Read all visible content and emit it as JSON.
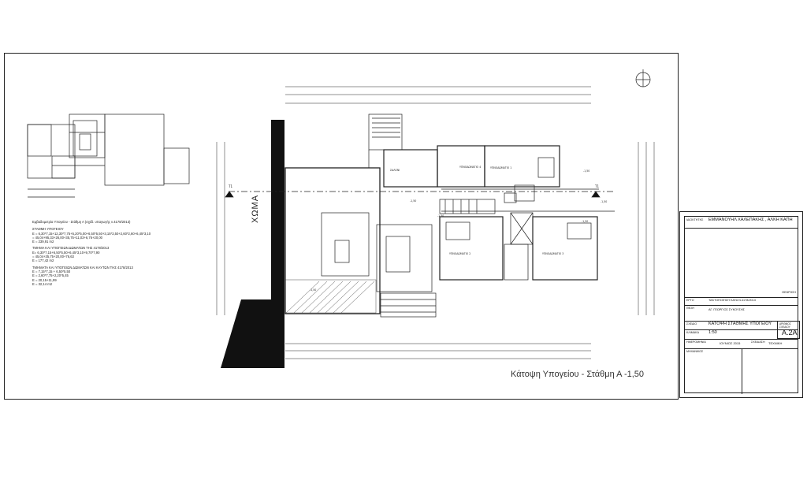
{
  "sheet": {
    "caption": "Κάτοψη Υπογείου - Στάθμη Α -1,50",
    "soil_label": "ΧΩΜΑ",
    "section_marks": [
      "Τ1",
      "Τ1"
    ],
    "room_labels": [
      "ΥΠΝΟΔΩΜΑΤΙΟ 1",
      "ΥΠΝΟΔΩΜΑΤΙΟ 2",
      "ΥΠΝΟΔΩΜΑΤΙΟ 3",
      "ΥΠΝΟΔΩΜΑΤΙΟ 4",
      "ΣΑΛΟΝΙ"
    ],
    "levels": [
      "-1,50",
      "-1,50",
      "-1,50",
      "-1,50",
      "-1,50",
      "-1,50"
    ]
  },
  "notes": {
    "title": "Εμβαδομετρία Υπογείου - Στάθμη Α (σχέδ. υπαγωγής ν.4178/2013)",
    "heading1": "ΣΤΑΘΜΗ ΥΠΟΓΕΙΟΥ",
    "line1a": "Ε = 6,30*7,15+12,30*7,75+5,20*5,00+6,50*5,50+3,15*3,50+2,60*2,60+6,45*3,10",
    "line1b": "  = 45,04+95,33+26,00+35,75+11,03+6,76+20,00",
    "line1c": "Ε = 239,91 m2",
    "heading2": "ΤΜΗΜΑ ΚΑΙ ΥΠΟΓΕΙΩΝ ΔΩΜΑΤΩΝ ΤΗΣ 4178/2013",
    "line2a": "Ε= 6,30*7,15+6,50*5,50+6,45*3,10+9,70*7,90",
    "line2b": "  = 45,04+35,75+20,00+76,63",
    "line2c": "Ε = 177,42 m2",
    "heading3": "ΤΜΗΜΑΤΑ ΚΑΙ ΥΠΟΓΕΙΩΝ ΔΩΜΑΤΩΝ ΚΑΙ ΚΑΥΤΩΝ ΤΗΣ 4178/2013",
    "line3a": "Ε = 7,15*7,15 + 6,50*5,50",
    "line3b": "Ε = 2,60*7,75+2,20*5,45",
    "line3c": "Ε = 20,15+11,99",
    "line3d": "Ε = 32,14 m2"
  },
  "title_block": {
    "owner_key": "ΙΔΙΟΚΤΗΤΗΣ",
    "owner": "ΕΜΜΑΝΟΥΗΛ ΧΑΛΕΠΑΚΗΣ , ΑΛΚΗ ΚΑΠΗ",
    "revision_key": "ΘΕΩΡΗΣΗ",
    "project_key": "ΕΡΓΟ",
    "project": "ΤΑΚΤΟΠΟΙΗΣΗ ΚΑΤΑ Ν.4178/2013",
    "location_key": "ΘΕΣΗ",
    "location": "ΑΓ. ΓΕΩΡΓΙΟΣ ΣΥΚΟΥΣΗΣ",
    "drawing_key": "ΣΧΕΔΙΟ",
    "drawing": "ΚΑΤΟΨΗ ΣΤΑΘΜΗΣ ΥΠΟΓΕΙΟΥ",
    "sheet_key": "ΑΡΙΘΜΟΣ ΣΧΕΔΙΟΥ",
    "sheet_no": "Α.2Α",
    "scale_key": "ΚΛΙΜΑΚΑ",
    "scale": "1:50",
    "date_key": "ΗΜΕΡΟΜΗΝΙΑ",
    "date": "ΙΟΥΝΙΟΣ 2015",
    "drawn_key": "ΣΧΕΔΙΑΣΗ",
    "drawn": "ΤΕΧΝΙΚΗ",
    "engineers_key": "ΜΗΧΑΝΙΚΟΣ"
  }
}
